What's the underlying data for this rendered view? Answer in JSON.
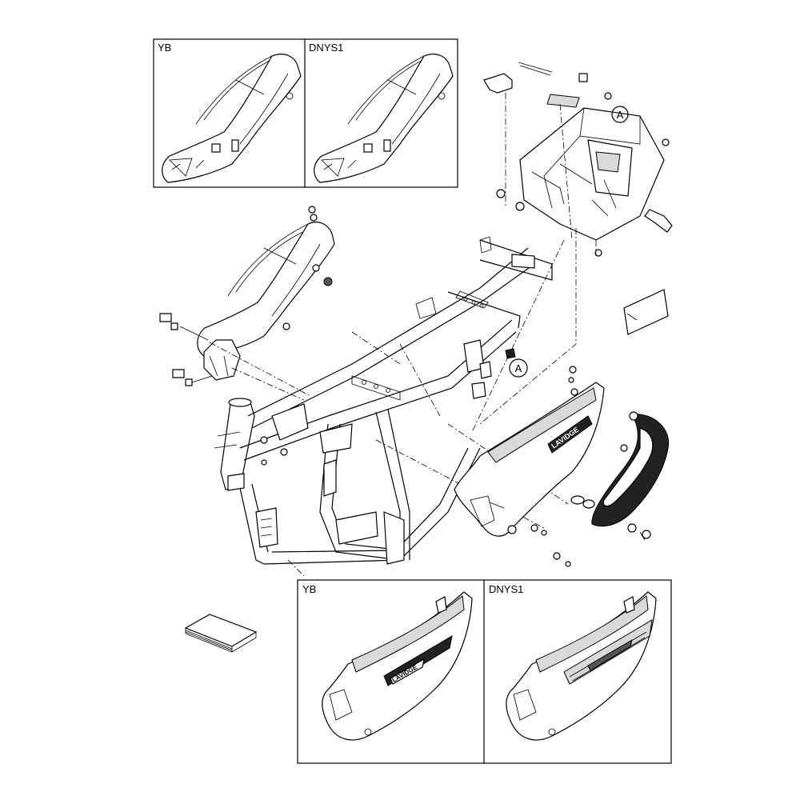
{
  "panels": {
    "top_left": {
      "label": "YB"
    },
    "top_right": {
      "label": "DNYS1"
    },
    "bottom_left": {
      "label": "YB",
      "badge_text": "LAVIDGE"
    },
    "bottom_right": {
      "label": "DNYS1"
    }
  },
  "callouts": {
    "a_top": "A",
    "a_mid": "A"
  },
  "side_cover_badge": "LAVIDGE"
}
